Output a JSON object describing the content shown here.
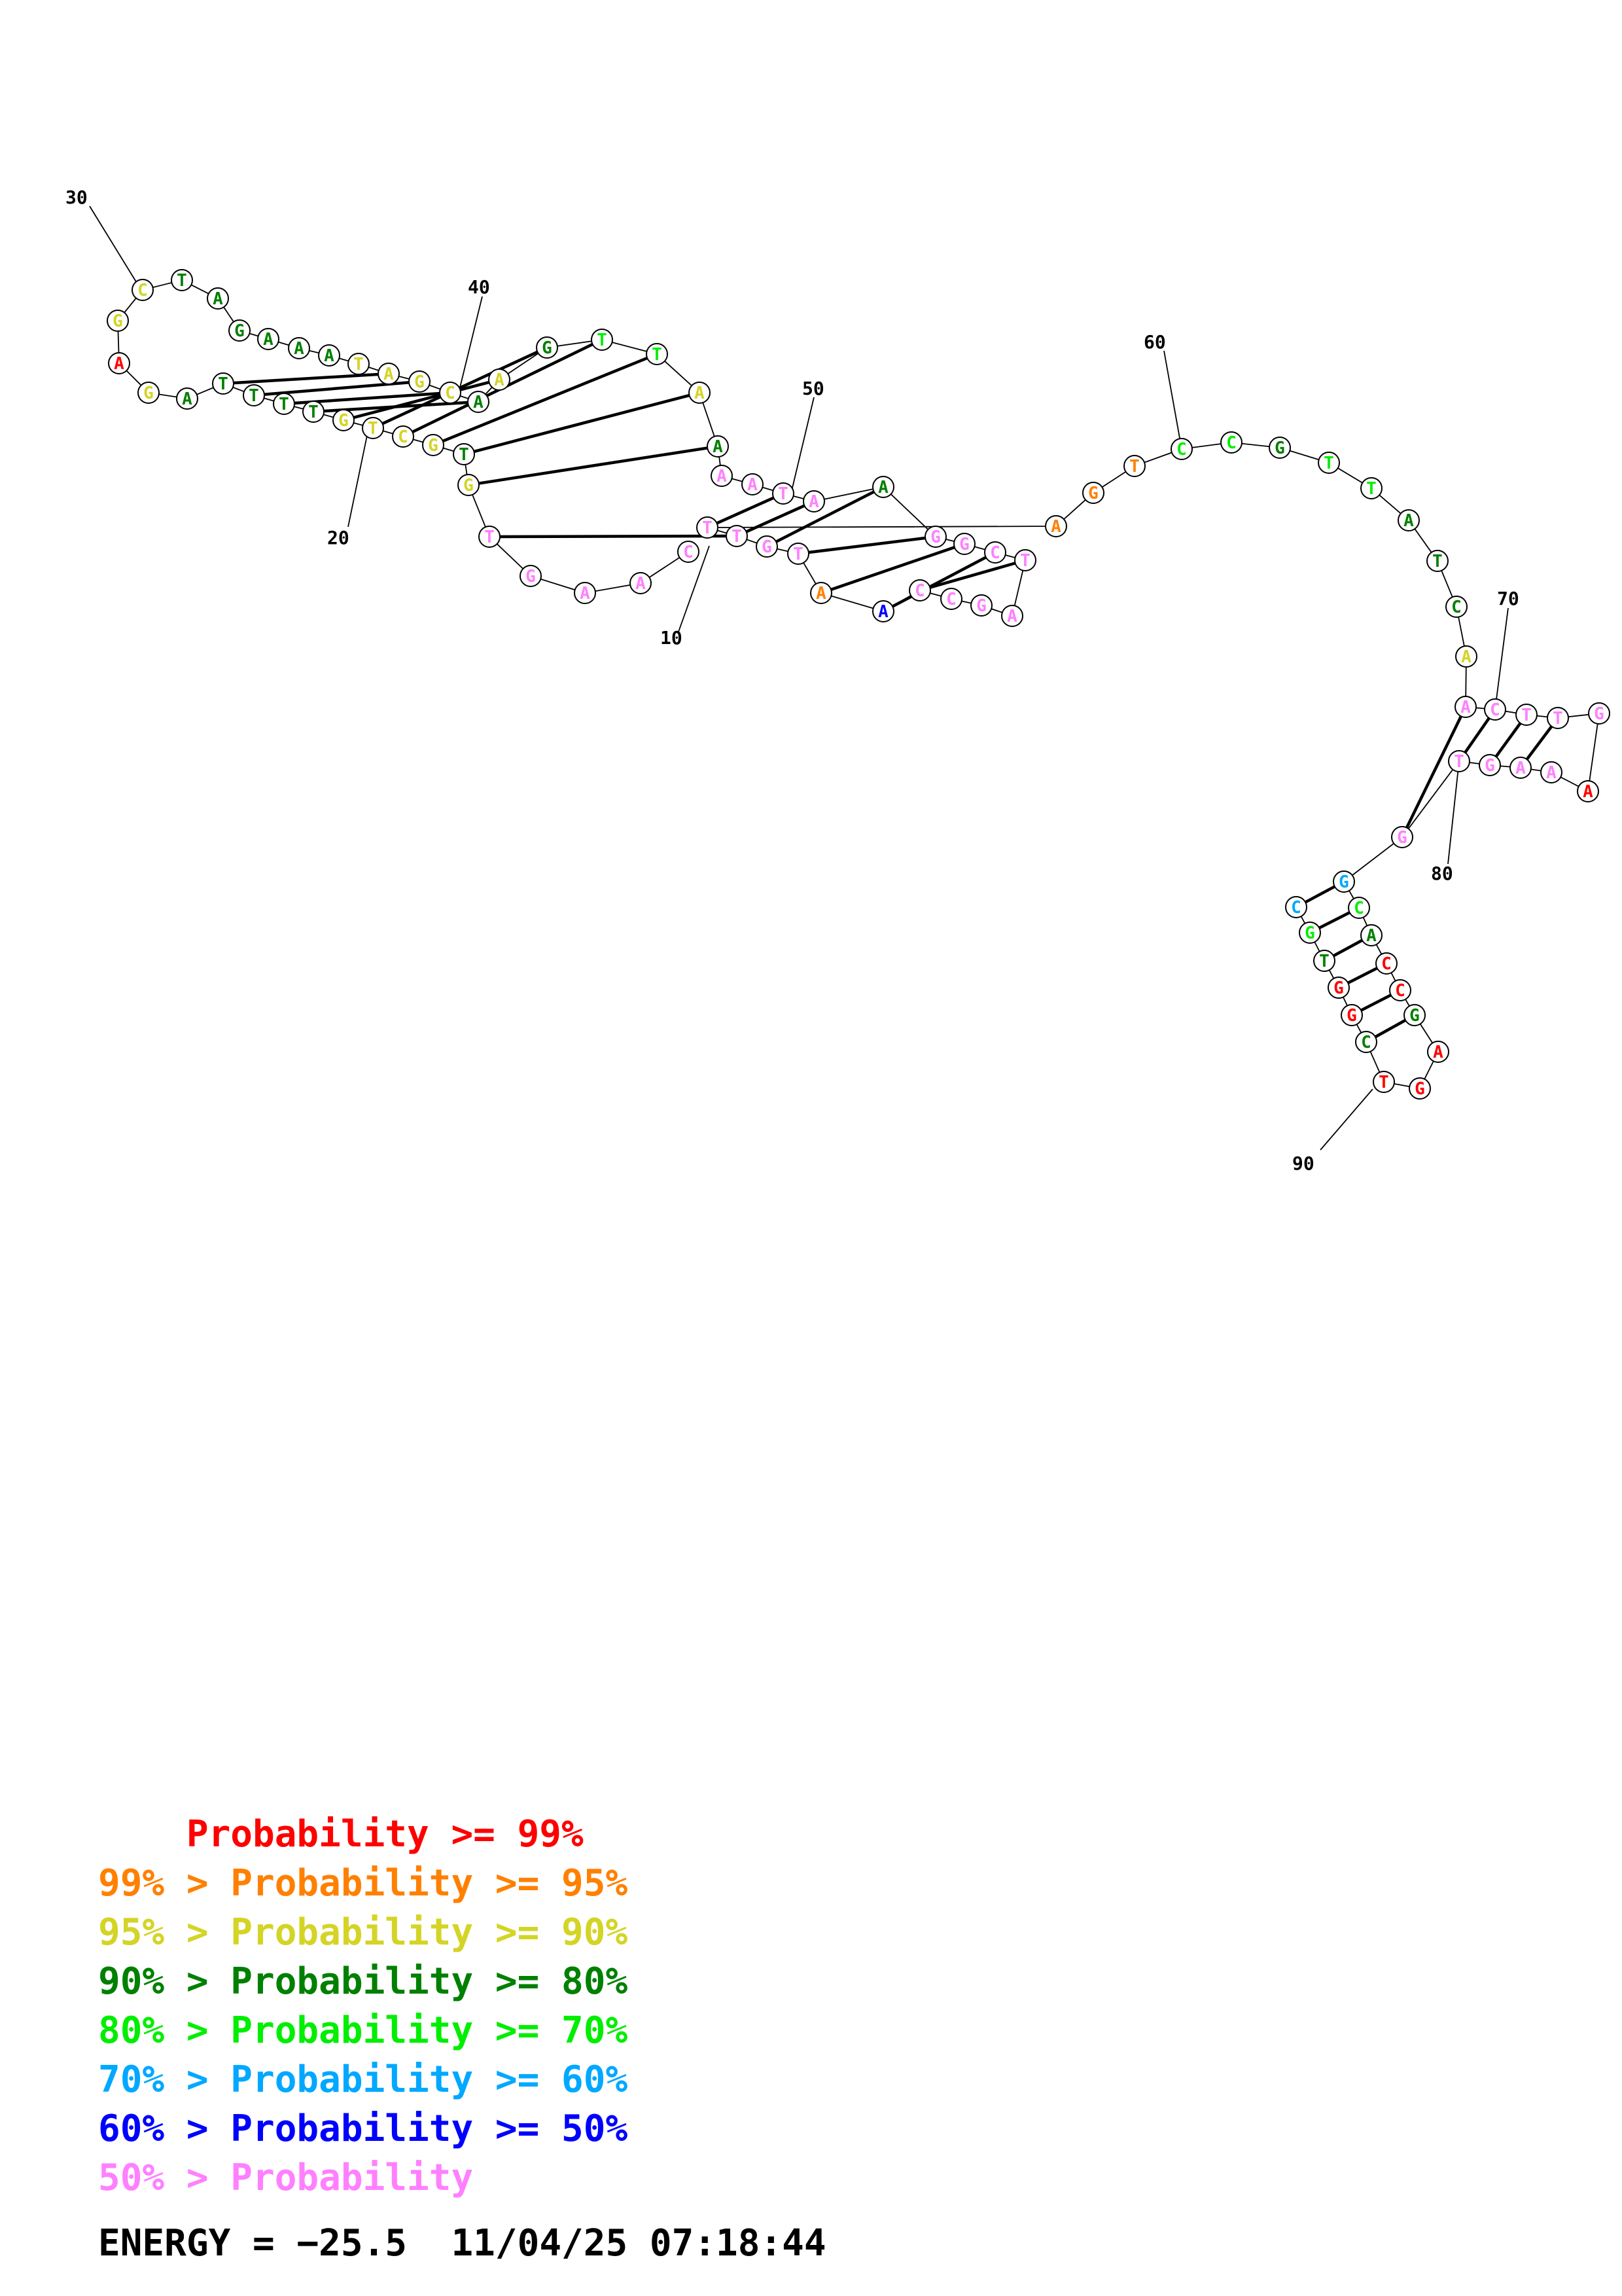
{
  "colors": {
    "red": "#ff0000",
    "orange": "#ff8000",
    "yellow": "#d4d426",
    "darkgreen": "#008000",
    "green": "#00ee00",
    "cyan": "#00a8ff",
    "blue": "#0000ff",
    "pink": "#ff80ff"
  },
  "legend": [
    {
      "text": "    Probability >= 99%",
      "color": "red"
    },
    {
      "text": "99% > Probability >= 95%",
      "color": "orange"
    },
    {
      "text": "95% > Probability >= 90%",
      "color": "yellow"
    },
    {
      "text": "90% > Probability >= 80%",
      "color": "darkgreen"
    },
    {
      "text": "80% > Probability >= 70%",
      "color": "green"
    },
    {
      "text": "70% > Probability >= 60%",
      "color": "cyan"
    },
    {
      "text": "60% > Probability >= 50%",
      "color": "blue"
    },
    {
      "text": "50% > Probability",
      "color": "pink"
    }
  ],
  "footer": {
    "energy": "ENERGY = −25.5",
    "timestamp": "11/04/25 07:18:44"
  },
  "structure": {
    "position_labels": [
      "10",
      "20",
      "30",
      "40",
      "50",
      "60",
      "70",
      "80",
      "90"
    ],
    "nucleotides": [
      {
        "n": 1,
        "b": "C",
        "c": "pink"
      },
      {
        "n": 2,
        "b": "A",
        "c": "pink"
      },
      {
        "n": 3,
        "b": "A",
        "c": "pink"
      },
      {
        "n": 4,
        "b": "G",
        "c": "pink"
      },
      {
        "n": 5,
        "b": "T",
        "c": "pink"
      },
      {
        "n": 6,
        "b": "G",
        "c": "yellow"
      },
      {
        "n": 7,
        "b": "T",
        "c": "darkgreen"
      },
      {
        "n": 8,
        "b": "G",
        "c": "yellow"
      },
      {
        "n": 9,
        "b": "C",
        "c": "yellow"
      },
      {
        "n": 10,
        "b": "T",
        "c": "yellow"
      },
      {
        "n": 11,
        "b": "G",
        "c": "yellow"
      },
      {
        "n": 12,
        "b": "T",
        "c": "darkgreen"
      },
      {
        "n": 13,
        "b": "T",
        "c": "darkgreen"
      },
      {
        "n": 14,
        "b": "T",
        "c": "darkgreen"
      },
      {
        "n": 15,
        "b": "T",
        "c": "darkgreen"
      },
      {
        "n": 16,
        "b": "A",
        "c": "darkgreen"
      },
      {
        "n": 17,
        "b": "G",
        "c": "yellow"
      },
      {
        "n": 18,
        "b": "A",
        "c": "red"
      },
      {
        "n": 19,
        "b": "G",
        "c": "yellow"
      },
      {
        "n": 20,
        "b": "C",
        "c": "yellow"
      },
      {
        "n": 21,
        "b": "T",
        "c": "darkgreen"
      },
      {
        "n": 22,
        "b": "A",
        "c": "darkgreen"
      },
      {
        "n": 23,
        "b": "G",
        "c": "darkgreen"
      },
      {
        "n": 24,
        "b": "A",
        "c": "darkgreen"
      },
      {
        "n": 25,
        "b": "A",
        "c": "darkgreen"
      },
      {
        "n": 26,
        "b": "A",
        "c": "darkgreen"
      },
      {
        "n": 27,
        "b": "T",
        "c": "yellow"
      },
      {
        "n": 28,
        "b": "A",
        "c": "yellow"
      },
      {
        "n": 29,
        "b": "G",
        "c": "yellow"
      },
      {
        "n": 30,
        "b": "C",
        "c": "yellow"
      },
      {
        "n": 31,
        "b": "A",
        "c": "darkgreen"
      },
      {
        "n": 32,
        "b": "A",
        "c": "yellow"
      },
      {
        "n": 33,
        "b": "G",
        "c": "darkgreen"
      },
      {
        "n": 34,
        "b": "T",
        "c": "green"
      },
      {
        "n": 35,
        "b": "T",
        "c": "green"
      },
      {
        "n": 36,
        "b": "A",
        "c": "yellow"
      },
      {
        "n": 37,
        "b": "A",
        "c": "darkgreen"
      },
      {
        "n": 38,
        "b": "A",
        "c": "pink"
      },
      {
        "n": 39,
        "b": "A",
        "c": "pink"
      },
      {
        "n": 40,
        "b": "T",
        "c": "pink"
      },
      {
        "n": 41,
        "b": "A",
        "c": "pink"
      },
      {
        "n": 42,
        "b": "A",
        "c": "darkgreen"
      },
      {
        "n": 43,
        "b": "G",
        "c": "pink"
      },
      {
        "n": 44,
        "b": "G",
        "c": "pink"
      },
      {
        "n": 45,
        "b": "C",
        "c": "pink"
      },
      {
        "n": 46,
        "b": "T",
        "c": "pink"
      },
      {
        "n": 47,
        "b": "A",
        "c": "pink"
      },
      {
        "n": 48,
        "b": "G",
        "c": "pink"
      },
      {
        "n": 49,
        "b": "C",
        "c": "pink"
      },
      {
        "n": 50,
        "b": "C",
        "c": "pink"
      },
      {
        "n": 51,
        "b": "A",
        "c": "blue"
      },
      {
        "n": 52,
        "b": "A",
        "c": "orange"
      },
      {
        "n": 53,
        "b": "T",
        "c": "pink"
      },
      {
        "n": 54,
        "b": "G",
        "c": "pink"
      },
      {
        "n": 55,
        "b": "T",
        "c": "pink"
      },
      {
        "n": 56,
        "b": "T",
        "c": "pink"
      },
      {
        "n": 57,
        "b": "A",
        "c": "orange"
      },
      {
        "n": 58,
        "b": "G",
        "c": "orange"
      },
      {
        "n": 59,
        "b": "T",
        "c": "orange"
      },
      {
        "n": 60,
        "b": "C",
        "c": "green"
      },
      {
        "n": 61,
        "b": "C",
        "c": "green"
      },
      {
        "n": 62,
        "b": "G",
        "c": "darkgreen"
      },
      {
        "n": 63,
        "b": "T",
        "c": "green"
      },
      {
        "n": 64,
        "b": "T",
        "c": "green"
      },
      {
        "n": 65,
        "b": "A",
        "c": "darkgreen"
      },
      {
        "n": 66,
        "b": "T",
        "c": "darkgreen"
      },
      {
        "n": 67,
        "b": "C",
        "c": "darkgreen"
      },
      {
        "n": 68,
        "b": "A",
        "c": "yellow"
      },
      {
        "n": 69,
        "b": "A",
        "c": "pink"
      },
      {
        "n": 70,
        "b": "C",
        "c": "pink"
      },
      {
        "n": 71,
        "b": "T",
        "c": "pink"
      },
      {
        "n": 72,
        "b": "T",
        "c": "pink"
      },
      {
        "n": 73,
        "b": "G",
        "c": "pink"
      },
      {
        "n": 74,
        "b": "A",
        "c": "red"
      },
      {
        "n": 75,
        "b": "A",
        "c": "pink"
      },
      {
        "n": 76,
        "b": "A",
        "c": "pink"
      },
      {
        "n": 77,
        "b": "G",
        "c": "pink"
      },
      {
        "n": 78,
        "b": "T",
        "c": "pink"
      },
      {
        "n": 79,
        "b": "G",
        "c": "pink"
      },
      {
        "n": 80,
        "b": "G",
        "c": "cyan"
      },
      {
        "n": 81,
        "b": "C",
        "c": "green"
      },
      {
        "n": 82,
        "b": "A",
        "c": "darkgreen"
      },
      {
        "n": 83,
        "b": "C",
        "c": "red"
      },
      {
        "n": 84,
        "b": "C",
        "c": "red"
      },
      {
        "n": 85,
        "b": "G",
        "c": "darkgreen"
      },
      {
        "n": 86,
        "b": "A",
        "c": "red"
      },
      {
        "n": 87,
        "b": "G",
        "c": "red"
      },
      {
        "n": 88,
        "b": "T",
        "c": "red"
      },
      {
        "n": 89,
        "b": "C",
        "c": "darkgreen"
      },
      {
        "n": 90,
        "b": "G",
        "c": "red"
      },
      {
        "n": 91,
        "b": "G",
        "c": "red"
      },
      {
        "n": 92,
        "b": "T",
        "c": "darkgreen"
      },
      {
        "n": 93,
        "b": "G",
        "c": "green"
      },
      {
        "n": 94,
        "b": "C",
        "c": "cyan"
      }
    ],
    "pairs": [
      [
        5,
        55
      ],
      [
        6,
        37
      ],
      [
        7,
        36
      ],
      [
        8,
        35
      ],
      [
        9,
        34
      ],
      [
        10,
        33
      ],
      [
        11,
        32
      ],
      [
        12,
        31
      ],
      [
        13,
        30
      ],
      [
        14,
        29
      ],
      [
        15,
        28
      ],
      [
        40,
        56
      ],
      [
        41,
        55
      ],
      [
        42,
        54
      ],
      [
        43,
        53
      ],
      [
        44,
        52
      ],
      [
        45,
        51
      ],
      [
        46,
        50
      ],
      [
        69,
        79
      ],
      [
        70,
        78
      ],
      [
        71,
        77
      ],
      [
        72,
        76
      ],
      [
        80,
        94
      ],
      [
        81,
        93
      ],
      [
        82,
        92
      ],
      [
        83,
        91
      ],
      [
        84,
        90
      ],
      [
        85,
        89
      ]
    ]
  }
}
